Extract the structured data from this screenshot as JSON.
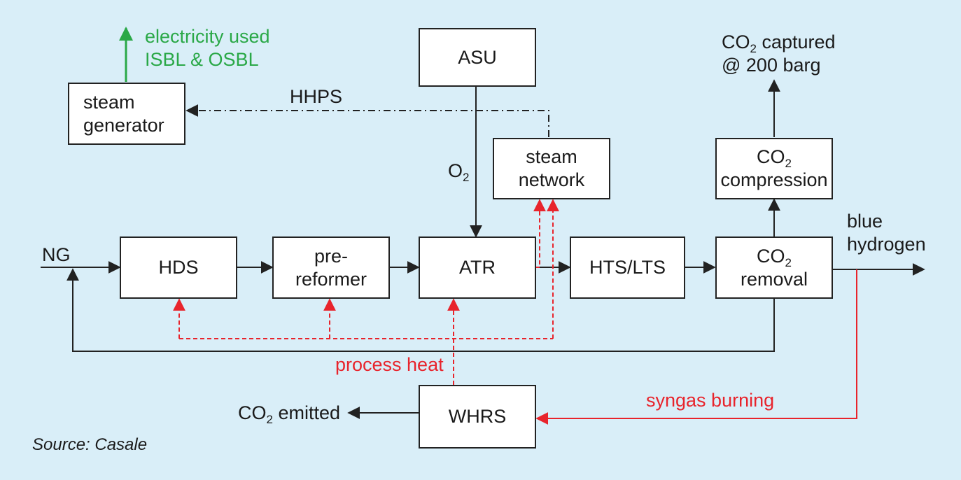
{
  "nodes": {
    "asu": "ASU",
    "steam_generator": [
      "steam",
      "generator"
    ],
    "steam_network": [
      "steam",
      "network"
    ],
    "co2_compression": [
      "CO",
      "2",
      "compression"
    ],
    "hds": "HDS",
    "pre_reformer": [
      "pre-",
      "reformer"
    ],
    "atr": "ATR",
    "hts_lts": "HTS/LTS",
    "co2_removal": [
      "CO",
      "2",
      "removal"
    ],
    "whrs": "WHRS"
  },
  "labels": {
    "electricity": [
      "electricity used",
      "ISBL & OSBL"
    ],
    "hhps": "HHPS",
    "o2": [
      "O",
      "2"
    ],
    "co2_captured": [
      "CO",
      "2",
      " captured",
      "@ 200 barg"
    ],
    "ng": "NG",
    "blue_hydrogen": [
      "blue",
      "hydrogen"
    ],
    "process_heat": "process heat",
    "syngas_burning": "syngas burning",
    "co2_emitted": [
      "CO",
      "2",
      " emitted"
    ]
  },
  "source": "Source: Casale",
  "colors": {
    "background": "#d9eef8",
    "line": "#222222",
    "heat": "#e8242c",
    "electricity": "#2aa847"
  }
}
